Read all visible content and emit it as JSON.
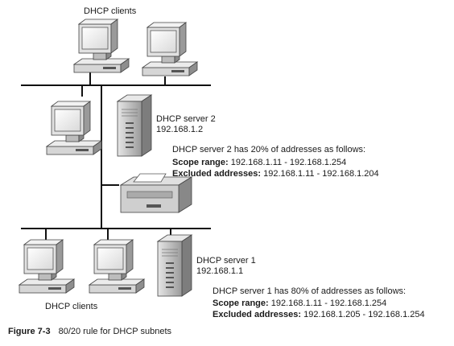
{
  "labels": {
    "top_clients": "DHCP clients",
    "bottom_clients": "DHCP clients"
  },
  "server2": {
    "name": "DHCP server 2",
    "ip": "192.168.1.2",
    "summary": "DHCP server 2 has 20% of addresses as follows:",
    "scope_label": "Scope range:",
    "scope_value": "192.168.1.11 - 192.168.1.254",
    "excluded_label": "Excluded addresses:",
    "excluded_value": "192.168.1.11 - 192.168.1.204"
  },
  "server1": {
    "name": "DHCP server 1",
    "ip": "192.168.1.1",
    "summary": "DHCP server 1 has 80% of addresses as follows:",
    "scope_label": "Scope range:",
    "scope_value": "192.168.1.11 - 192.168.1.254",
    "excluded_label": "Excluded addresses:",
    "excluded_value": "192.168.1.205 - 192.168.1.254"
  },
  "caption": {
    "figure": "Figure 7-3",
    "text": "80/20 rule for DHCP subnets"
  },
  "colors": {
    "device_light": "#eeeeee",
    "device_mid": "#c8c8c8",
    "device_dark": "#7a7a7a",
    "line": "#111111"
  }
}
